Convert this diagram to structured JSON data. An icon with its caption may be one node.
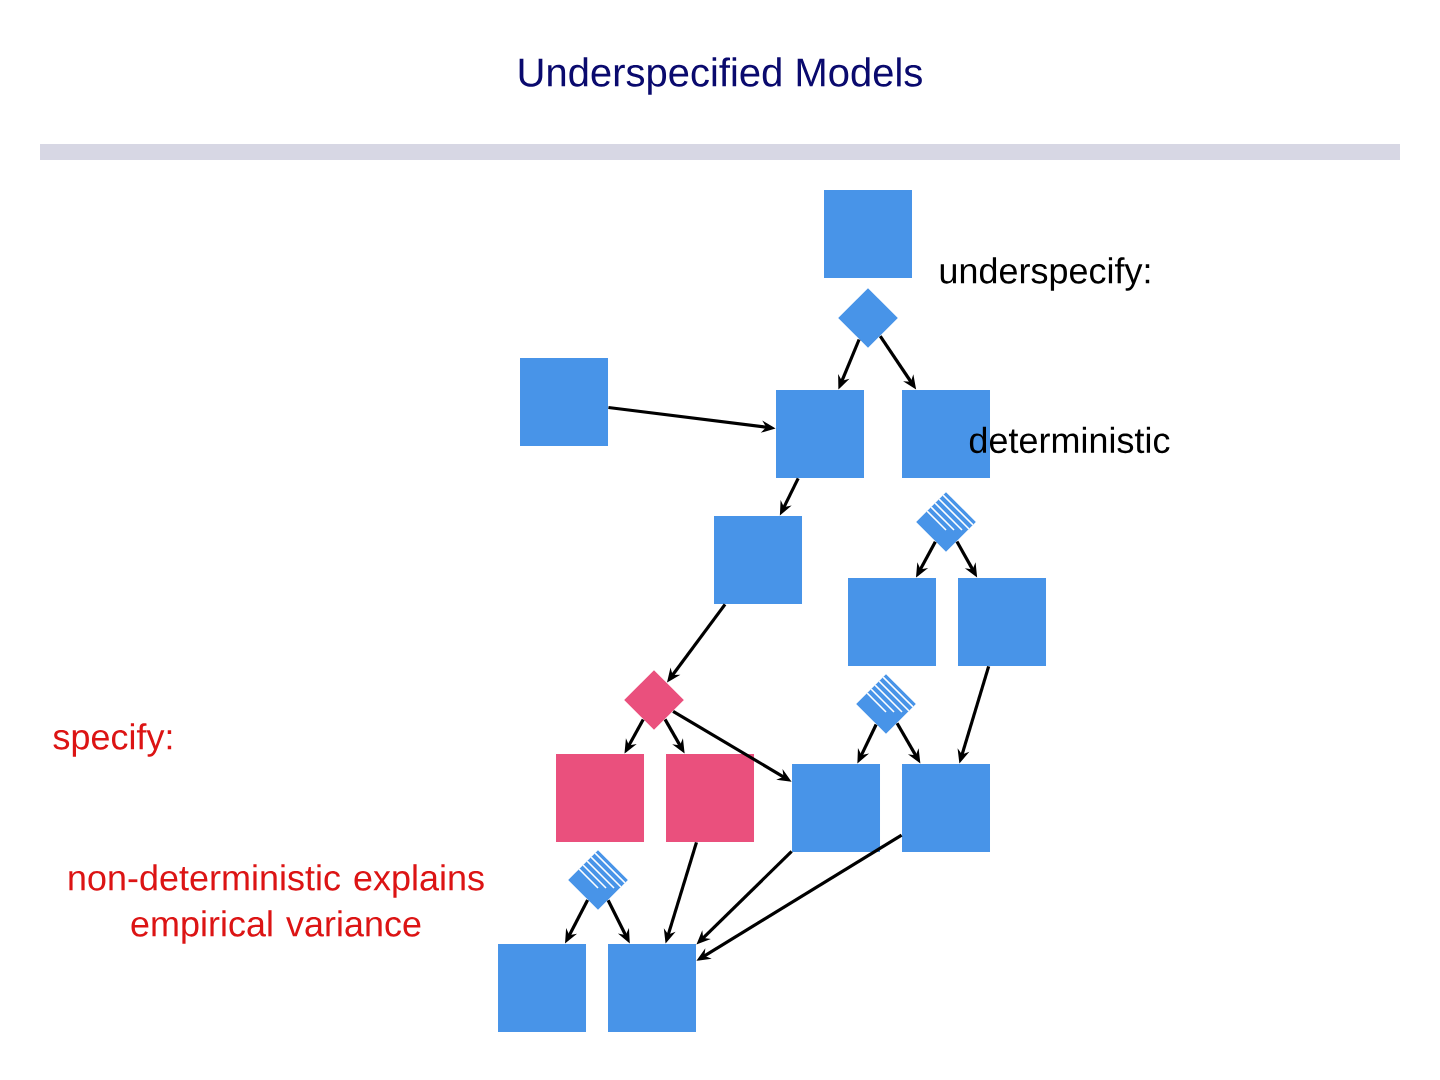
{
  "diagram": {
    "title": "Underspecified Models",
    "nodes": [
      {
        "text": [],
        "shape": "box"
      },
      {
        "text": [],
        "shape": "diamond"
      },
      {
        "text": [],
        "shape": "box"
      },
      {
        "text": [],
        "shape": "box"
      },
      {
        "text": [],
        "shape": "box"
      },
      {
        "text": [],
        "shape": "diamond"
      },
      {
        "text": [],
        "shape": "box"
      },
      {
        "text": [],
        "shape": "box"
      },
      {
        "text": [],
        "shape": "box"
      },
      {
        "text": [],
        "shape": "diamond"
      },
      {
        "text": [],
        "shape": "diamond"
      },
      {
        "text": [],
        "shape": "box"
      },
      {
        "text": [],
        "shape": "box"
      },
      {
        "text": [],
        "shape": "box"
      },
      {
        "text": [],
        "shape": "box"
      },
      {
        "text": [],
        "shape": "diamond"
      },
      {
        "text": [],
        "shape": "box"
      },
      {
        "text": [],
        "shape": "box"
      }
    ],
    "edges": [
      {
        "from": 1,
        "to": 3,
        "arrow": "to"
      },
      {
        "from": 1,
        "to": 4,
        "arrow": "to"
      },
      {
        "from": 2,
        "to": 3,
        "arrow": "to"
      },
      {
        "from": 3,
        "to": 6,
        "arrow": "to"
      },
      {
        "from": 5,
        "to": 7,
        "arrow": "to"
      },
      {
        "from": 5,
        "to": 8,
        "arrow": "to"
      },
      {
        "from": 6,
        "to": 9,
        "arrow": "to"
      },
      {
        "from": 9,
        "to": 11,
        "arrow": "to"
      },
      {
        "from": 9,
        "to": 12,
        "arrow": "to"
      },
      {
        "from": 9,
        "to": 13,
        "arrow": "to"
      },
      {
        "from": 10,
        "to": 13,
        "arrow": "to"
      },
      {
        "from": 10,
        "to": 14,
        "arrow": "to"
      },
      {
        "from": 8,
        "to": 14,
        "arrow": "to"
      },
      {
        "from": 12,
        "to": 17,
        "arrow": "to"
      },
      {
        "from": 15,
        "to": 16,
        "arrow": "to"
      },
      {
        "from": 15,
        "to": 17,
        "arrow": "to"
      },
      {
        "from": 13,
        "to": 17,
        "arrow": "to"
      },
      {
        "from": 14,
        "to": 17,
        "arrow": "to"
      }
    ],
    "labels": [
      "underspecify:",
      "deterministic",
      "specify:",
      "non-deterministic explains empirical variance"
    ]
  }
}
